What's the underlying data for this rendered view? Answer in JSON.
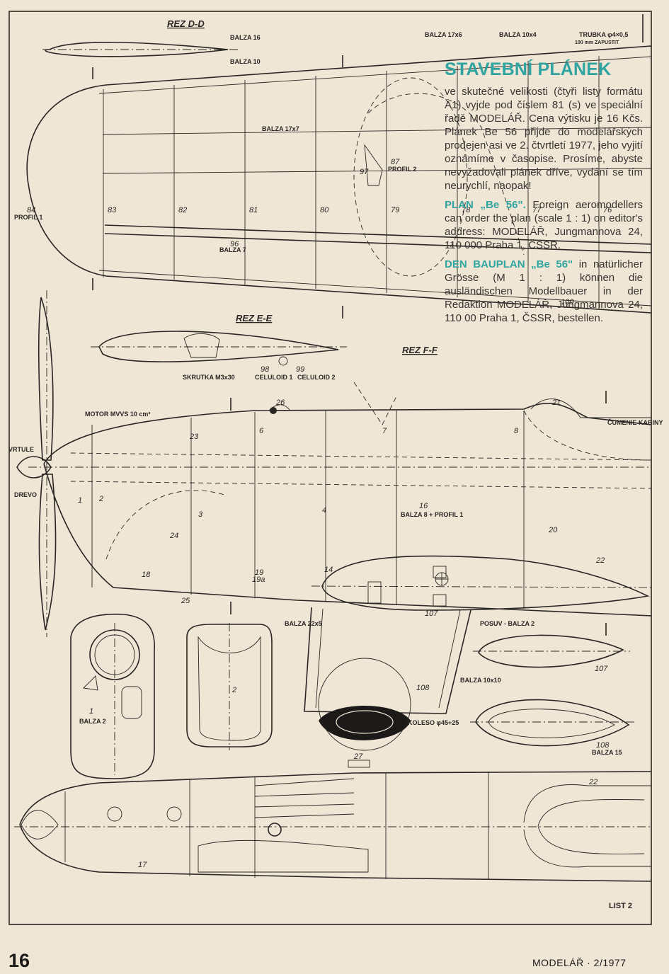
{
  "header": {
    "title": "STAVEBNÍ PLÁNEK"
  },
  "paragraphs": {
    "czech": "ve skutečné velikosti (čtyři listy formátu A1) vyjde pod číslem 81 (s) ve speciální řadě MODELÁŘ. Cena výtisku je 16 Kčs. Plánek Be 56 přijde do modelářských prodejen asi ve 2. čtvrtletí 1977, jeho vyjití oznámíme v časopise. Prosíme, abyste nevyžadovali plánek dříve, vydání se tím neurychlí, naopak!",
    "english_lead": "PLAN „Be 56\".",
    "english": " Foreign aeromodellers can order the plan (scale 1 : 1) on editor's address: MODELÁŘ, Jungmannova 24, 110 000 Praha 1, ČSSR.",
    "german_lead": "DEN BAUPLAN „Be 56\"",
    "german": " in natürlicher Grösse (M 1 : 1) können die ausländischen Modellbauer in der Redaktion MODELÁŘ, Jungmannova 24, 110 00 Praha 1, ČSSR, bestellen."
  },
  "drawing": {
    "section_labels": [
      "REZ D-D",
      "REZ E-E",
      "REZ F-F"
    ],
    "small_labels": {
      "balza_16": "BALZA 16",
      "balza_10": "BALZA 10",
      "balza_17x6": "BALZA 17x6",
      "balza_10x4": "BALZA 10x4",
      "trubka": "TRUBKA φ4×0,5",
      "trubka2": "100 mm ZAPUSTIT",
      "balza_17x7": "BALZA 17x7",
      "balza_7": "BALZA 7",
      "profil_1": "PROFIL 1",
      "profil_2": "PROFIL 2",
      "skrutka": "SKRUTKA M3x30",
      "celuloid_1": "CELULOID 1",
      "celuloid_2": "CELULOID 2",
      "motor": "MOTOR MVVS 10 cm³",
      "balza_22x5": "BALZA 22x5",
      "posuv": "POSUV - BALZA 2",
      "balza_8_profil": "BALZA 8 + PROFIL 1",
      "kolo": "KOLESO φ45+25",
      "balza_15": "BALZA 15",
      "balza_10x10": "BALZA 10x10",
      "balza_2": "BALZA 2",
      "vrtule": "VRTULE",
      "drevo": "DREVO",
      "cumenie": "ČUMENIE KABINY"
    },
    "part_numbers": [
      "84",
      "83",
      "82",
      "81",
      "80",
      "79",
      "78",
      "77",
      "76",
      "87",
      "97",
      "96",
      "98",
      "99",
      "100",
      "1",
      "2",
      "3",
      "4",
      "6",
      "7",
      "8",
      "16",
      "18",
      "19",
      "19a",
      "20",
      "21",
      "22",
      "23",
      "24",
      "25",
      "26",
      "27",
      "107",
      "108",
      "14"
    ],
    "sheet": "LIST 2"
  },
  "footer": {
    "page_number": "16",
    "magazine": "MODELÁŘ · 2/1977"
  }
}
